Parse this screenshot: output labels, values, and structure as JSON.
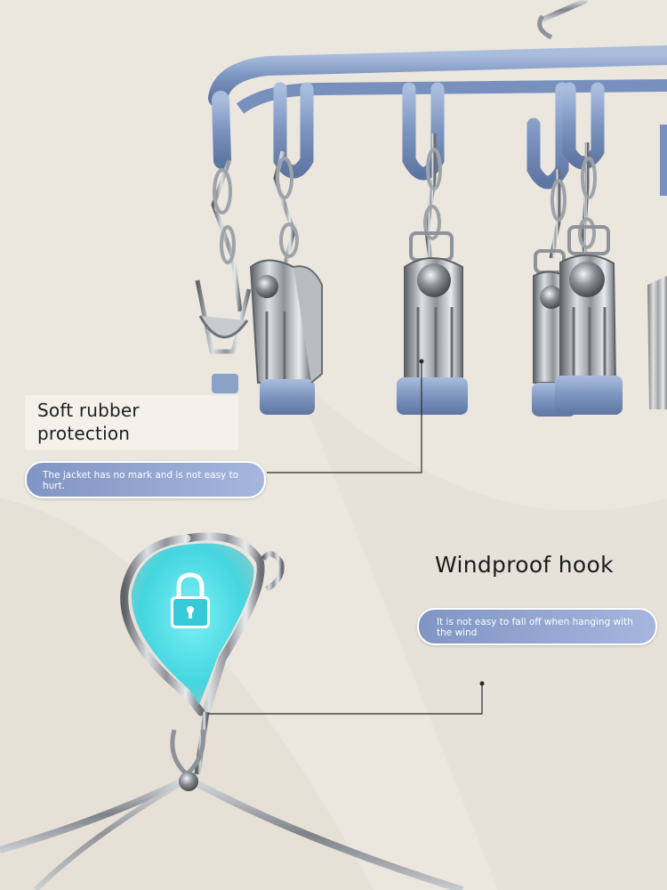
{
  "feature_rubber": {
    "title_line1": "Soft rubber",
    "title_line2": "protection",
    "description": "The jacket has no mark and is not easy to hurt."
  },
  "feature_hook": {
    "title": "Windproof hook",
    "description": "It is not easy to fall off when hanging with the wind"
  },
  "icons": {
    "lock": "lock-icon"
  },
  "colors": {
    "background": "#ebe6de",
    "rack_blue": "#7f98c4",
    "pill_blue": "#8195c4",
    "lock_cyan": "#5fe2ea"
  }
}
